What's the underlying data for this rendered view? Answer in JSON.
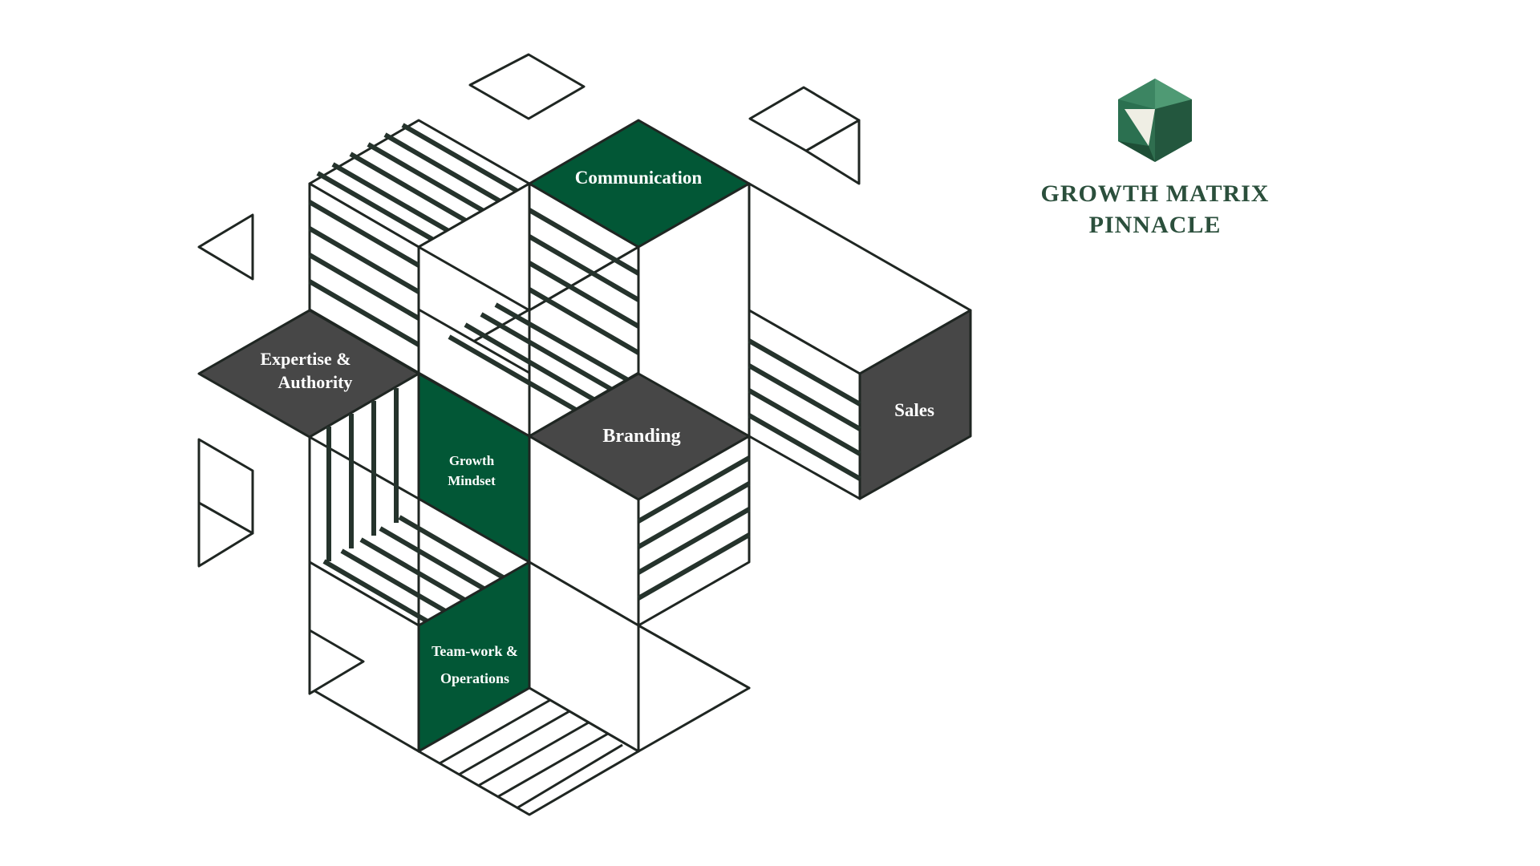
{
  "brand": {
    "title_line1": "GROWTH MATRIX",
    "title_line2": "PINNACLE",
    "icon": "green-hexagon-gem-logo"
  },
  "blocks": {
    "communication": "Communication",
    "expertise_line1": "Expertise &",
    "expertise_line2": "Authority",
    "growth_line1": "Growth",
    "growth_line2": "Mindset",
    "branding": "Branding",
    "sales": "Sales",
    "teamwork_line1": "Team-work &",
    "teamwork_line2": "Operations"
  },
  "colors": {
    "green": "#025736",
    "dark_gray": "#474747",
    "brand_text": "#2b4f3c",
    "outline": "#1f2622"
  }
}
